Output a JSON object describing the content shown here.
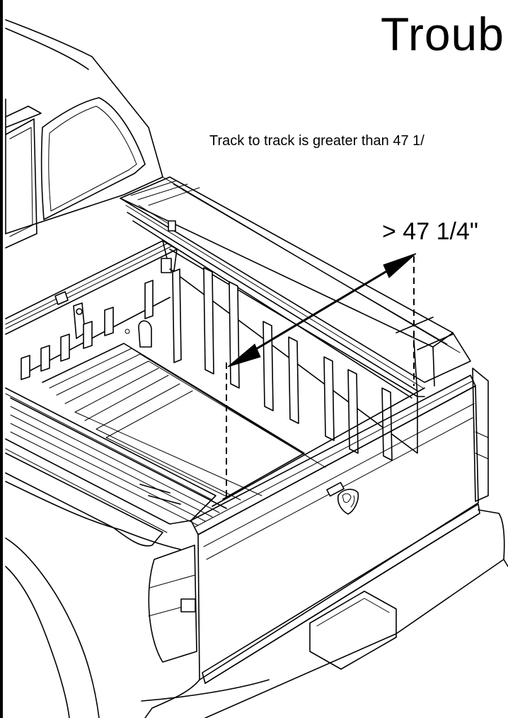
{
  "title": "Troub",
  "caption": "Track to track is greater  than 47 1/",
  "measurement_label": "> 47 1/4\"",
  "colors": {
    "ink": "#000000",
    "paper": "#ffffff"
  },
  "icons": {
    "emblem": "ram-head-emblem-icon",
    "arrow": "double-headed-arrow-icon"
  }
}
